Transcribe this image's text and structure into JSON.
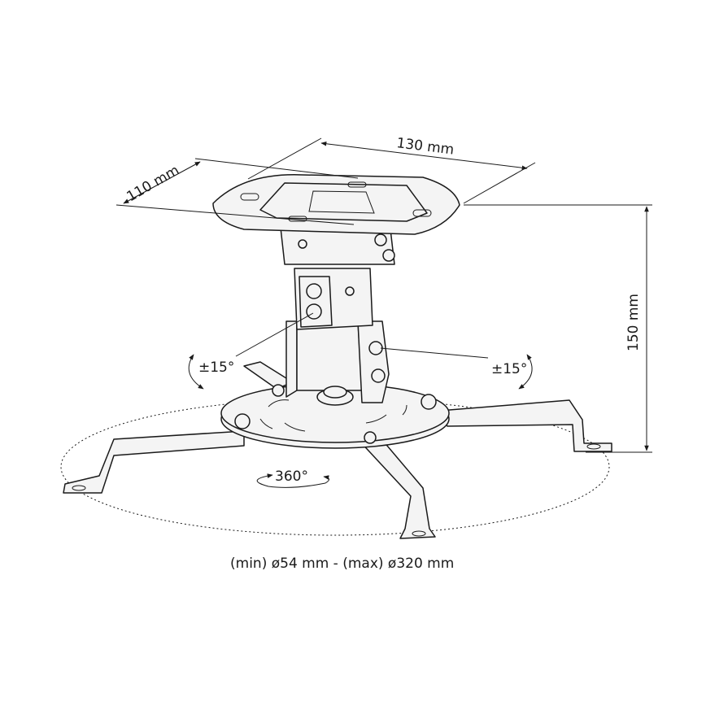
{
  "dimensions": {
    "width": "130 mm",
    "depth": "110 mm",
    "height": "150 mm",
    "tilt_left": "±15°",
    "tilt_right": "±15°",
    "rotation": "360°",
    "diameter_range": "(min) ø54 mm - (max) ø320 mm"
  }
}
